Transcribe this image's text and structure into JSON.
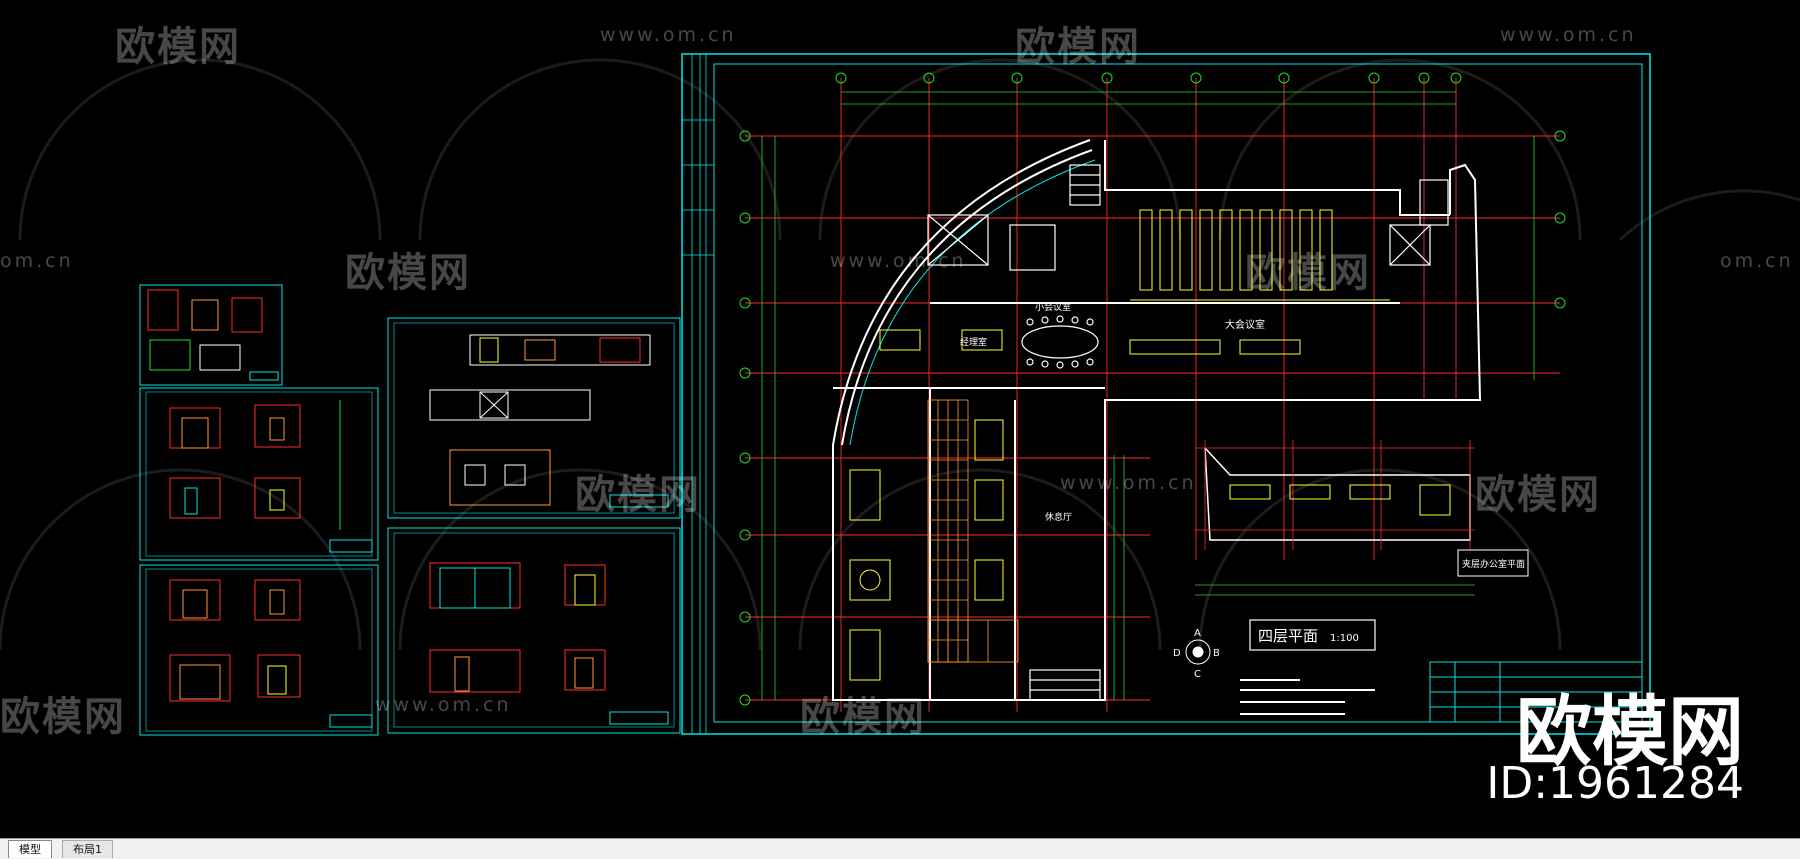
{
  "tabs": [
    {
      "label": "模型"
    },
    {
      "label": "布局1"
    }
  ],
  "watermark": {
    "logo_text": "欧模网",
    "url_text": "www.om.cn",
    "url_short": "om.cn"
  },
  "brand": {
    "name": "欧模网",
    "id_text": "ID:1961284"
  },
  "drawing": {
    "floor_title": "四层平面",
    "floor_scale": "1:100",
    "annex_title": "夹层办公室平面",
    "room_meeting": "大会议室",
    "room_small_meeting": "小会议室",
    "room_office": "经理室",
    "room_lobby": "休息厅",
    "compass_a": "A",
    "compass_b": "B",
    "compass_c": "C",
    "compass_d": "D"
  },
  "colors": {
    "background": "#000000",
    "frame": "#00e5e5",
    "grid": "#ff2a2a",
    "walls": "#ffffff",
    "furniture": "#ffff33",
    "dims": "#22dd22",
    "accent": "#ff9933"
  }
}
